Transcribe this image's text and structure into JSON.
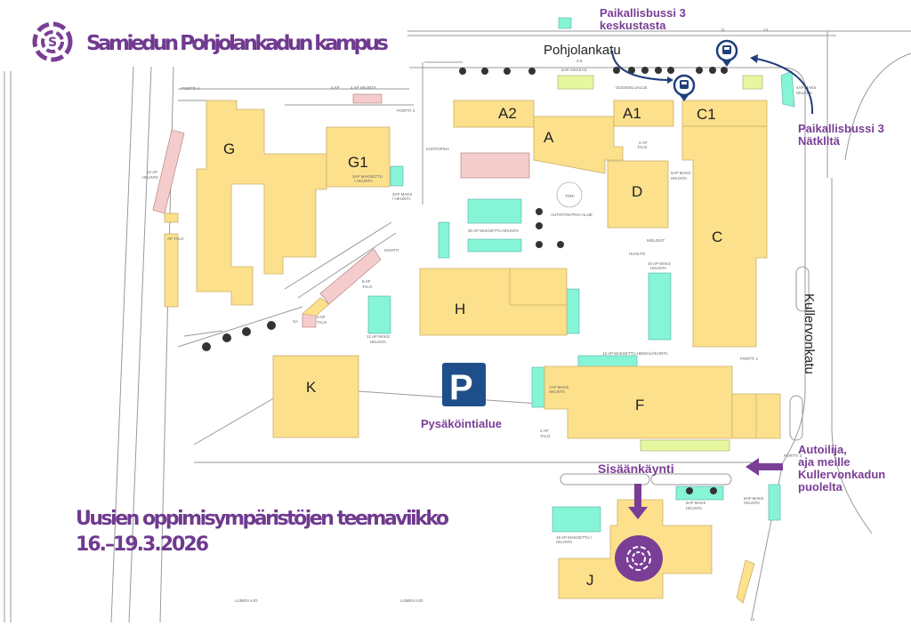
{
  "header": {
    "title": "Samiedun Pohjolankadun kampus"
  },
  "event": {
    "line1": "Uusien oppimisympäristöjen teemaviikko",
    "line2": "16.–19.3.2026"
  },
  "streets": {
    "north": "Pohjolankatu",
    "east": "Kullervonkatu"
  },
  "buildings": {
    "G": "G",
    "G1": "G1",
    "A2": "A2",
    "A": "A",
    "A1": "A1",
    "C1": "C1",
    "C": "C",
    "D": "D",
    "H": "H",
    "K": "K",
    "F": "F",
    "J": "J"
  },
  "callouts": {
    "bus_center_1": "Paikallisbussi 3",
    "bus_center_2": "keskustasta",
    "bus_natkki_1": "Paikallisbussi 3",
    "bus_natkki_2": "Nätklltä",
    "driver_1": "Autoilija,",
    "driver_2": "aja meille",
    "driver_3": "Kullervonkadun",
    "driver_4": "puolelta",
    "entrance": "Sisäänkäynti",
    "parking": "Pysäköintialue",
    "parking_symbol": "P"
  },
  "labels": {
    "portti4": "PORTTI 4",
    "ap4": "4 AP",
    "ap4hk": "4 AP HKUNTA",
    "portti3": "PORTTI 3",
    "ap12hk_1": "12 AP",
    "ap12hk_2": "HKUNTA",
    "g1park_1": "3AP MAKSETTU",
    "g1park_2": "/ HKUNTA",
    "g1park2_1": "3AP MAKS",
    "g1park2_2": "/ HKUNTA",
    "aptalo": "AP TALO",
    "kontti": "KONTTI",
    "ap8talo_1": "8 AP",
    "ap8talo_2": "TALO",
    "ap9talo_1": "9 AP",
    "ap9talo_2": "TALO",
    "sa": "SA",
    "ap12maks_1": "12 AP MAKS",
    "ap12maks_2": "HKUNTA",
    "kuntopiha": "KUNTOPIHA",
    "ap30": "30 AP MAKSETTU  HKUNTA",
    "autoton": "AUTOTON PIHA-ALUE",
    "tori": "TORI",
    "asiakas": "5AP ASIAKAS",
    "oleskelu": "OLESKELUALUE",
    "ap4talo_1": "4 AP",
    "ap4talo_2": "TALO",
    "ap5maks_1": "5AP MAKS",
    "ap5maks_2": "HKUNTA",
    "ap4maks_1": "4AP MAKS",
    "ap4maks_2": "HKUNTA",
    "molokit": "MOLOKIT",
    "huolto": "HUOLTO",
    "ap20_1": "20 AP MAKS",
    "ap20_2": "HKUNTA",
    "henkilokunta": "12 AP MAKSETTU HENKILÖKUNTA",
    "portti1": "PORTTI 1",
    "ap7_1": "7AP MAKS",
    "ap7_2": "HKUNTA",
    "ap2talo_1": "2 AP",
    "ap2talo_2": "TALO",
    "portti2": "PORTTI 2",
    "ap8maks_1": "8AP MAKS",
    "ap8maks_2": "HKUNTA",
    "ap6maks_1": "6AP MAKS",
    "ap6maks_2": "HKUNTA",
    "ap18_1": "18 AP MAKSETTU /",
    "ap18_2": "HKUNTA",
    "lumen1": "LUMEN AJO",
    "lumen2": "LUMEN AJO",
    "n46": "4-6",
    "n11": "11",
    "n13": "13",
    "n12": "12"
  },
  "colors": {
    "purple": "#7a3e96",
    "building": "#fde08c",
    "parking_paid": "#86f5d6",
    "bus_blue": "#1f3f7a"
  }
}
